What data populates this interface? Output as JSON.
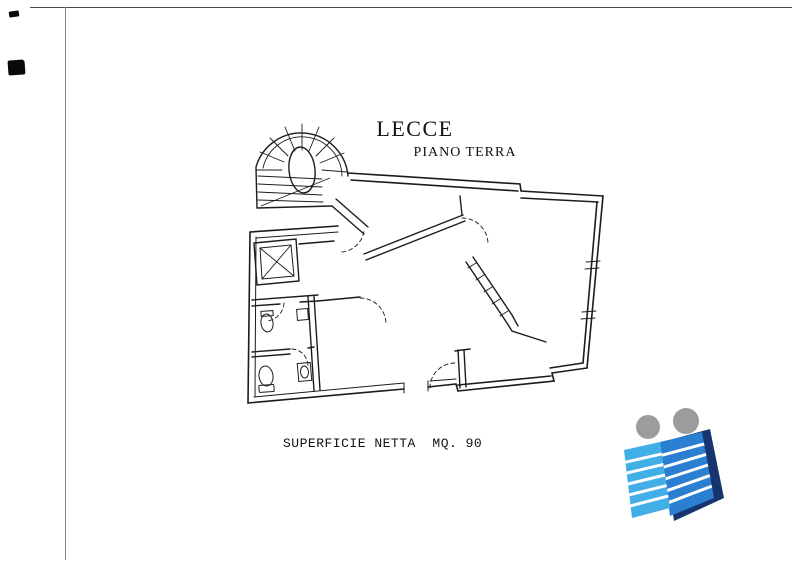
{
  "document": {
    "title": "LECCE",
    "subtitle": "PIANO TERRA",
    "caption": "SUPERFICIE NETTA  MQ. 90"
  },
  "floor_plan": {
    "city": "LECCE",
    "floor_label": "PIANO TERRA",
    "net_area_label": "SUPERFICIE NETTA",
    "net_area_value": "MQ. 90",
    "line_color": "#1c1c1c"
  },
  "logo": {
    "name": "agency-logo-two-figures",
    "colors": {
      "head_gray": "#9c9c9c",
      "body_light_blue": "#41aee6",
      "body_blue": "#2b7fd0",
      "back_navy": "#16356e",
      "stripe_white": "#ffffff"
    }
  }
}
